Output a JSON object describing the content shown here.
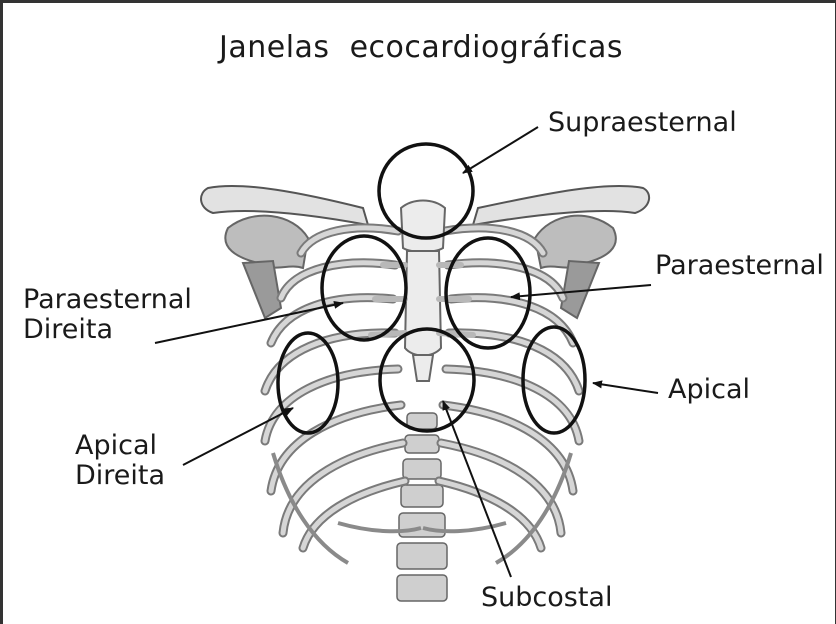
{
  "title": "Janelas ecocardiográficas",
  "labels": {
    "supraesternal": "Supraesternal",
    "paraesternal": "Paraesternal",
    "paraesternal_direita": [
      "Paraesternal",
      "Direita"
    ],
    "apical": "Apical",
    "apical_direita": [
      "Apical",
      "Direita"
    ],
    "subcostal": "Subcostal"
  },
  "colors": {
    "circle": "#111111",
    "bone": "#d8d8d8",
    "bone_dark": "#9a9a9a",
    "cartilage": "#ebebeb",
    "outline": "#555555"
  }
}
